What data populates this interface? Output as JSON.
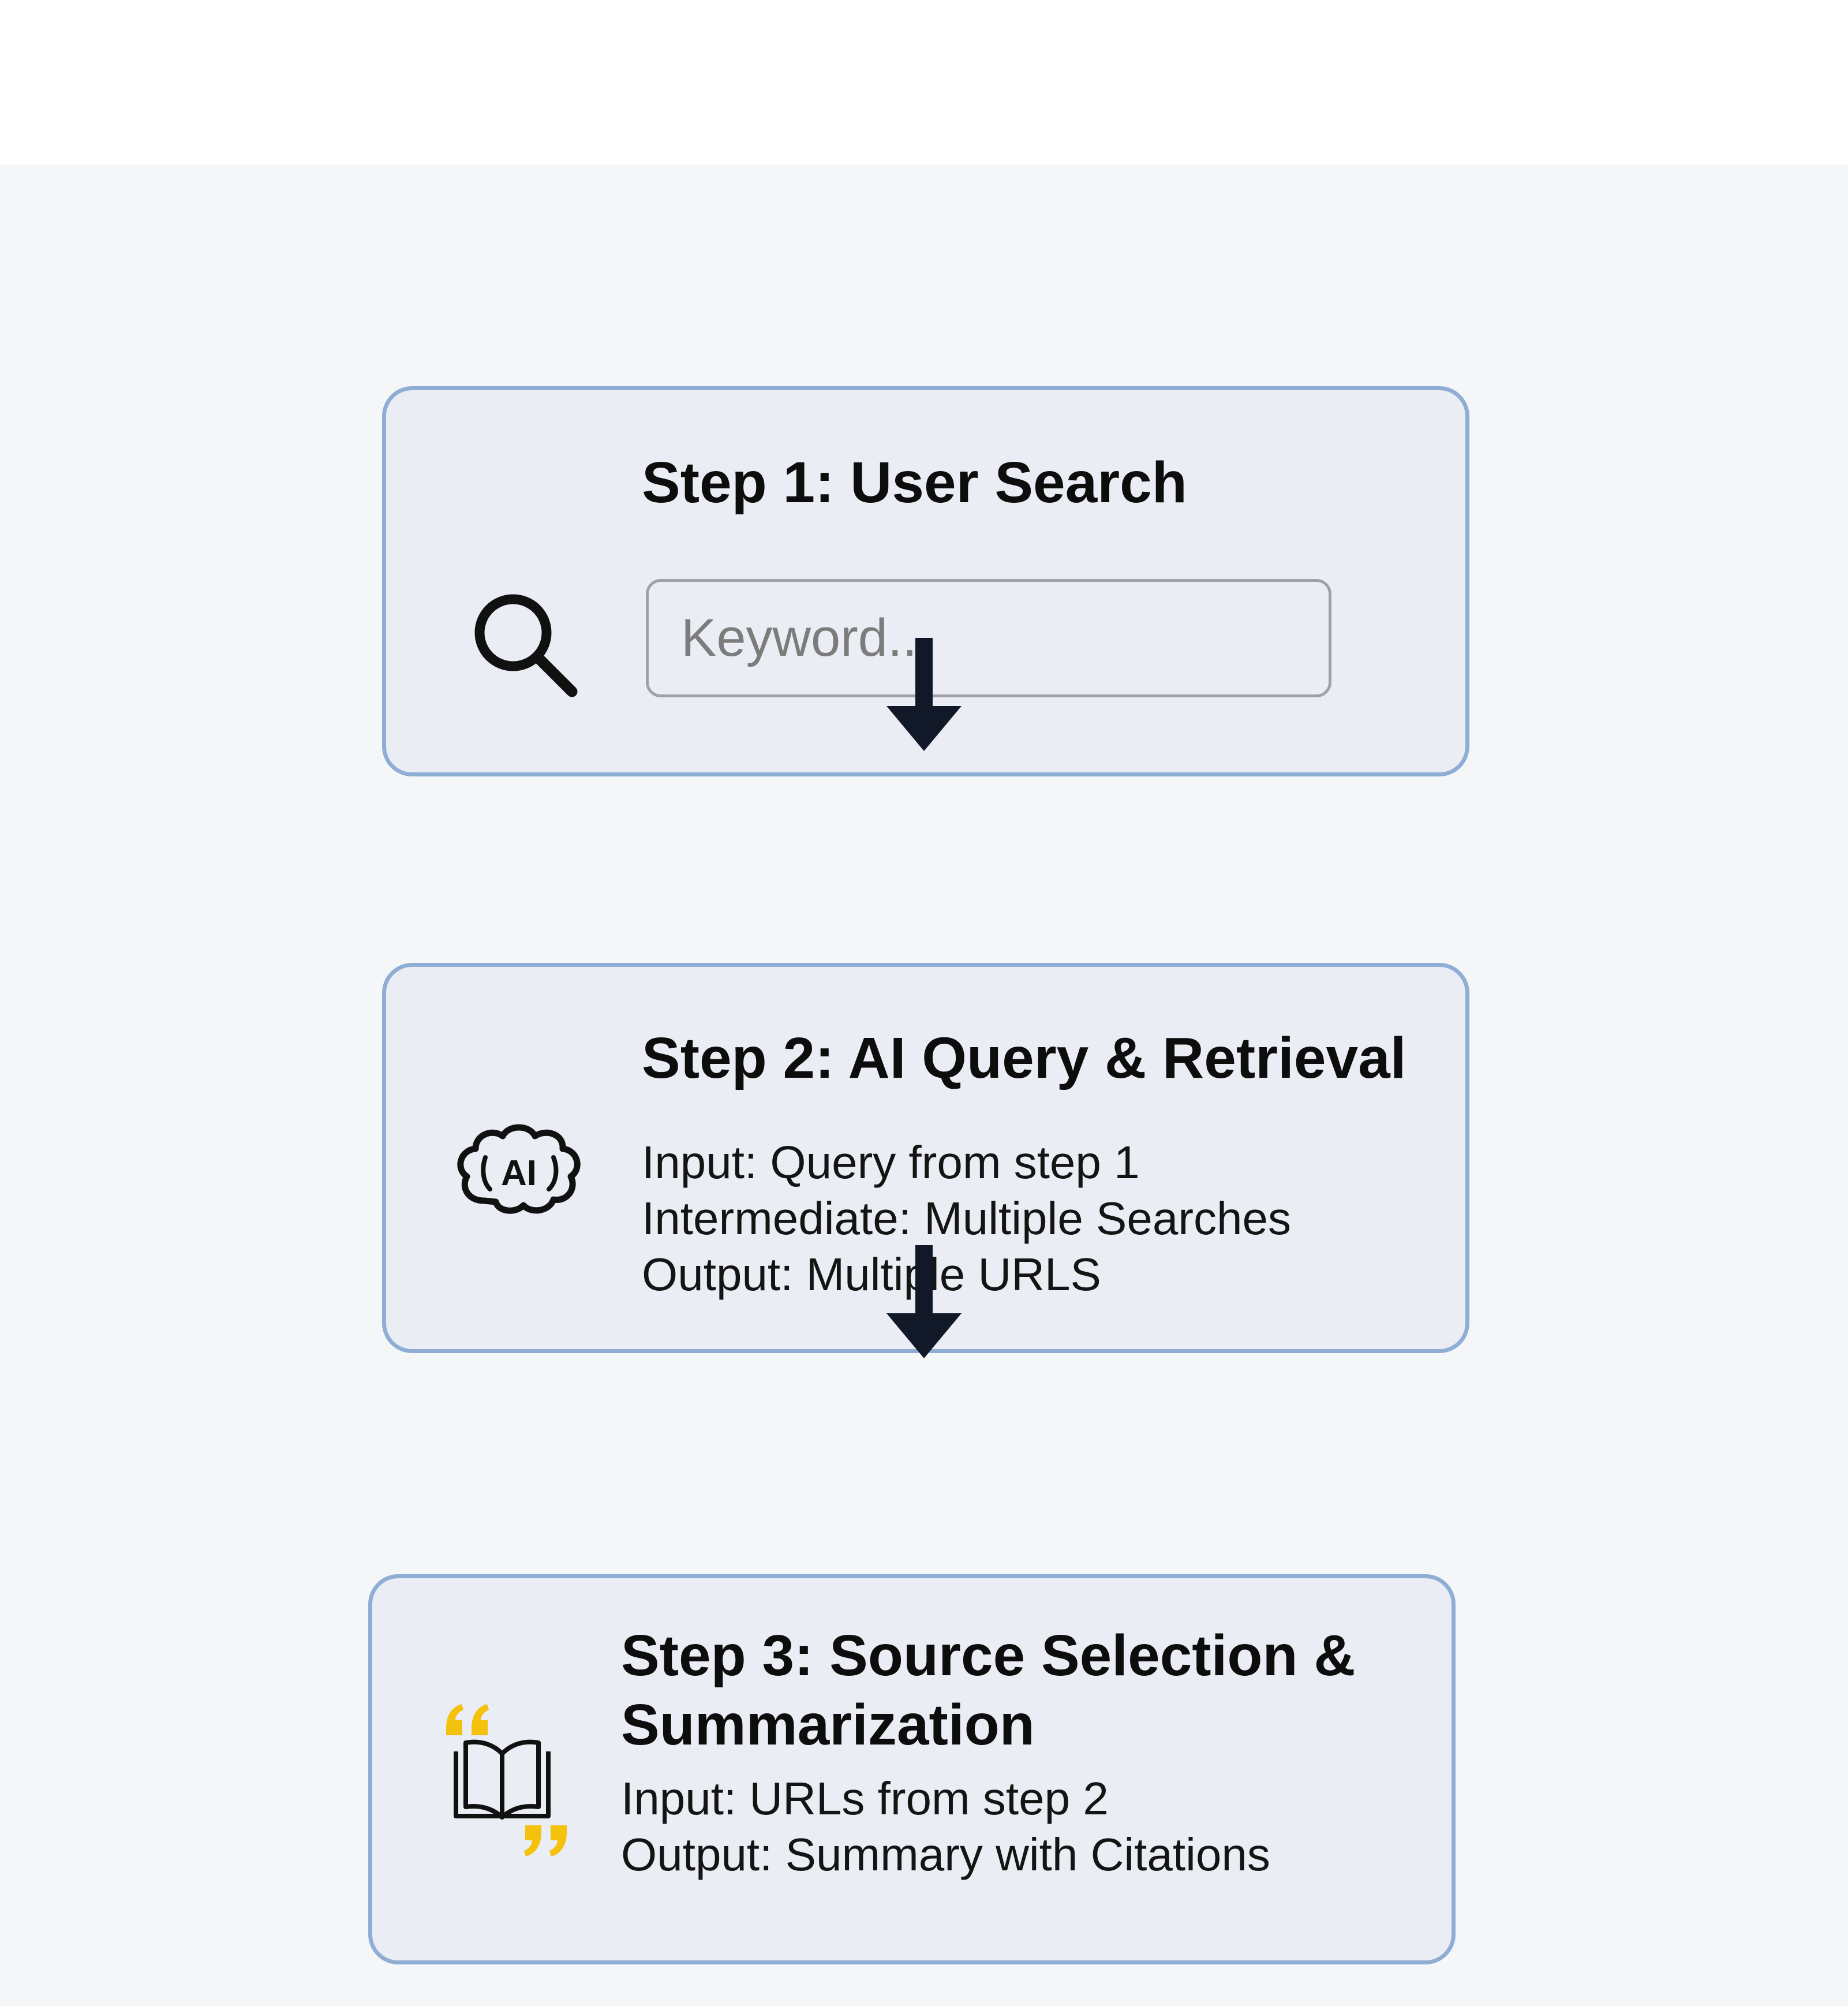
{
  "steps": [
    {
      "title": "Step 1: User Search",
      "icon": "magnifying-glass-icon",
      "search_placeholder": "Keyword..."
    },
    {
      "title": "Step 2: AI Query & Retrieval",
      "icon": "ai-brain-icon",
      "icon_text": "AI",
      "lines": [
        "Input: Query from step 1",
        "Intermediate: Multiple Searches",
        "Output: Multiple URLS"
      ]
    },
    {
      "title": "Step 3: Source Selection & Summarization",
      "icon": "book-quote-icon",
      "lines": [
        "Input: URLs from step 2",
        "Output: Summary with Citations"
      ]
    }
  ],
  "colors": {
    "card_background": "#eaedf3",
    "card_border": "#8eaed6",
    "arrow": "#111827",
    "quote_accent": "#f4c20d"
  }
}
